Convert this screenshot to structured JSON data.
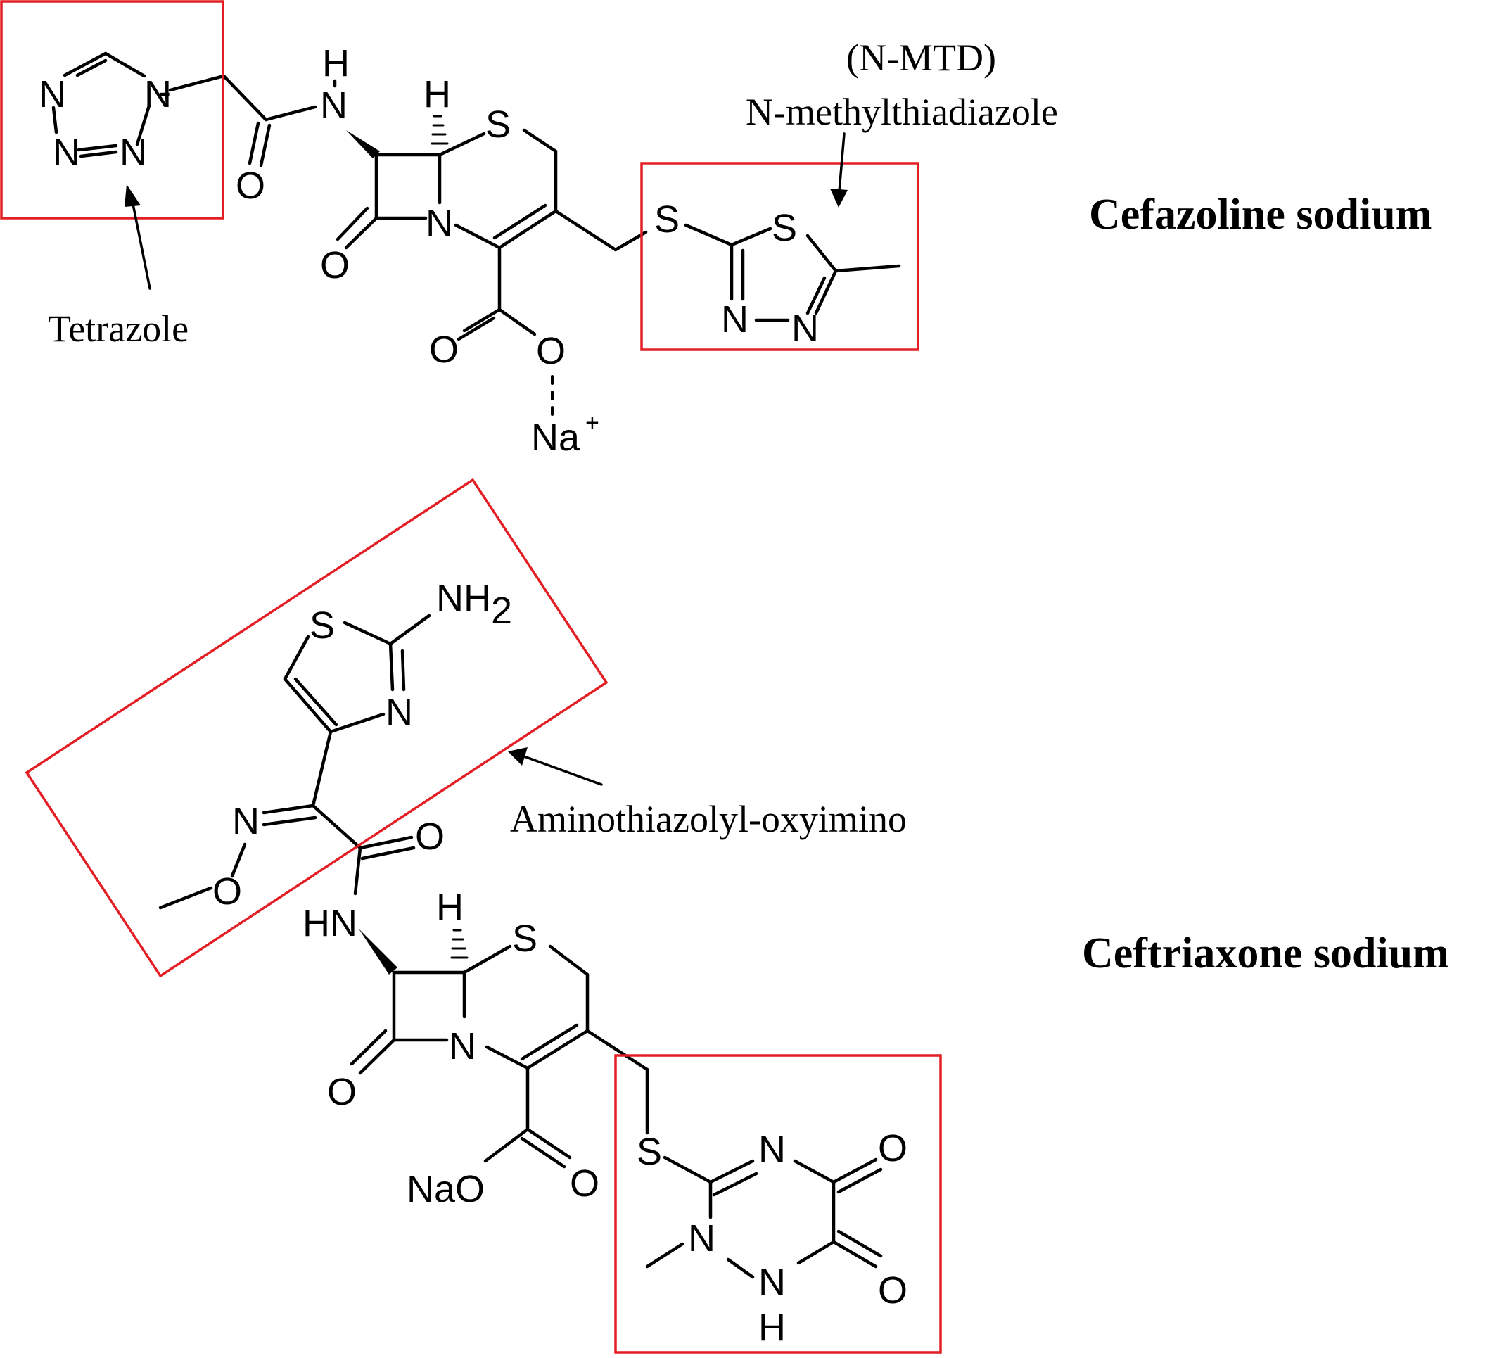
{
  "colors": {
    "highlight_box": "#e31e24",
    "ink": "#000000"
  },
  "molecules": [
    {
      "name": "Cefazoline sodium",
      "counter_ion": "Na",
      "counter_ion_charge": "+",
      "annotations": [
        {
          "label": "Tetrazole"
        },
        {
          "label": "(N-MTD)"
        },
        {
          "label": "N-methylthiadiazole"
        }
      ]
    },
    {
      "name": "Ceftriaxone sodium",
      "annotations": [
        {
          "label": "Aminothiazolyl-oxyimino"
        }
      ]
    }
  ],
  "atoms": {
    "N": "N",
    "S": "S",
    "O": "O",
    "H": "H",
    "HN": "HN",
    "NH": "NH",
    "NH2_main": "NH",
    "NH2_sub": "2",
    "NaO": "NaO"
  }
}
